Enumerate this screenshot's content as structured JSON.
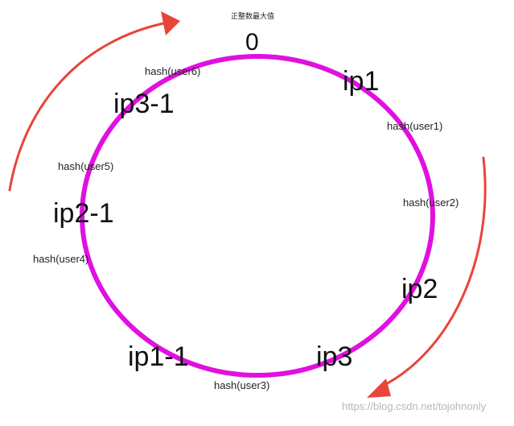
{
  "diagram": {
    "top_caption": "正整数最大值",
    "zero_label": "0",
    "node_labels": {
      "ip1": "ip1",
      "ip2": "ip2",
      "ip3": "ip3",
      "ip1_1": "ip1-1",
      "ip2_1": "ip2-1",
      "ip3_1": "ip3-1"
    },
    "hash_labels": {
      "user1": "hash(user1)",
      "user2": "hash(user2)",
      "user3": "hash(user3)",
      "user4": "hash(user4)",
      "user5": "hash(user5)",
      "user6": "hash(user6)"
    },
    "watermark": "https://blog.csdn.net/tojohnonly",
    "colors": {
      "ring": "#e010e0",
      "arrow": "#e8443a",
      "text": "#111111"
    }
  }
}
